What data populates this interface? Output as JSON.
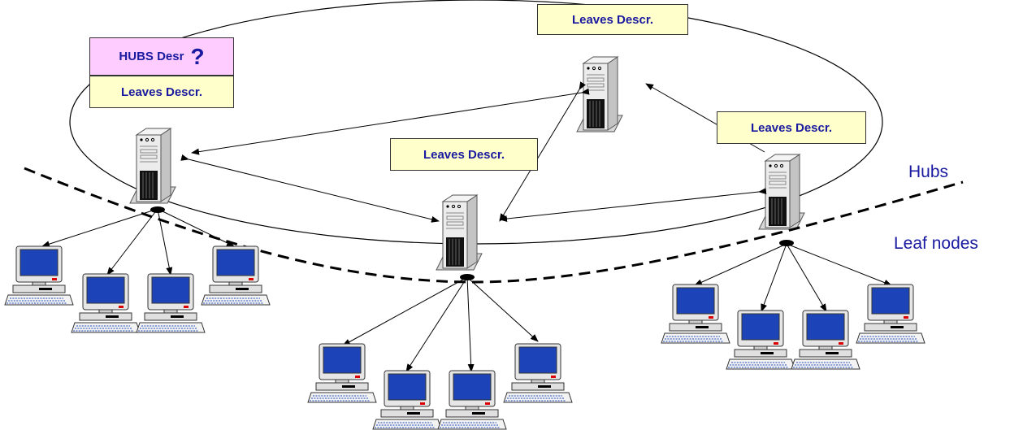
{
  "labels": {
    "hubs_desc": "HUBS Desr",
    "question_mark": "?",
    "leaves_desc": "Leaves Descr.",
    "hubs_side": "Hubs",
    "leaf_nodes_side": "Leaf nodes"
  },
  "colors": {
    "label_bg": "#ffffcc",
    "hub_label_bg": "#ffccff",
    "label_text": "#1a1aa0",
    "screen": "#1c44b8",
    "server_body": "#e8e8e8",
    "line": "#000000"
  },
  "icons": {
    "hub": "server-tower-icon",
    "leaf": "desktop-computer-icon"
  }
}
